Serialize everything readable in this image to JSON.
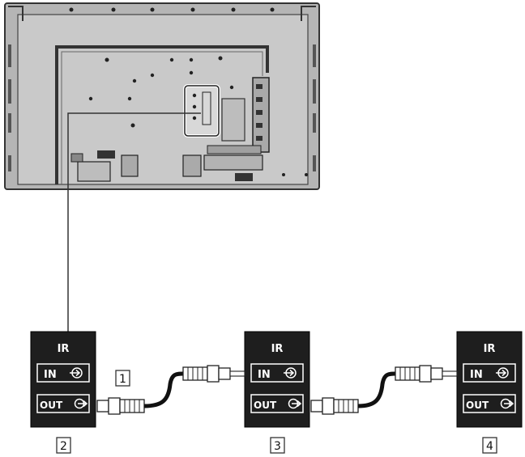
{
  "callouts": [
    "1",
    "2",
    "3",
    "4"
  ],
  "panels": [
    {
      "title": "IR",
      "in_label": "IN",
      "out_label": "OUT"
    },
    {
      "title": "IR",
      "in_label": "IN",
      "out_label": "OUT"
    },
    {
      "title": "IR",
      "in_label": "IN",
      "out_label": "OUT"
    }
  ],
  "colors": {
    "panel_body": "#1e1e1e",
    "display_back": "#c9c9c9",
    "line": "#333333"
  },
  "icons": {
    "in_port": "in-arrow-icon",
    "out_port": "out-arrow-icon"
  }
}
